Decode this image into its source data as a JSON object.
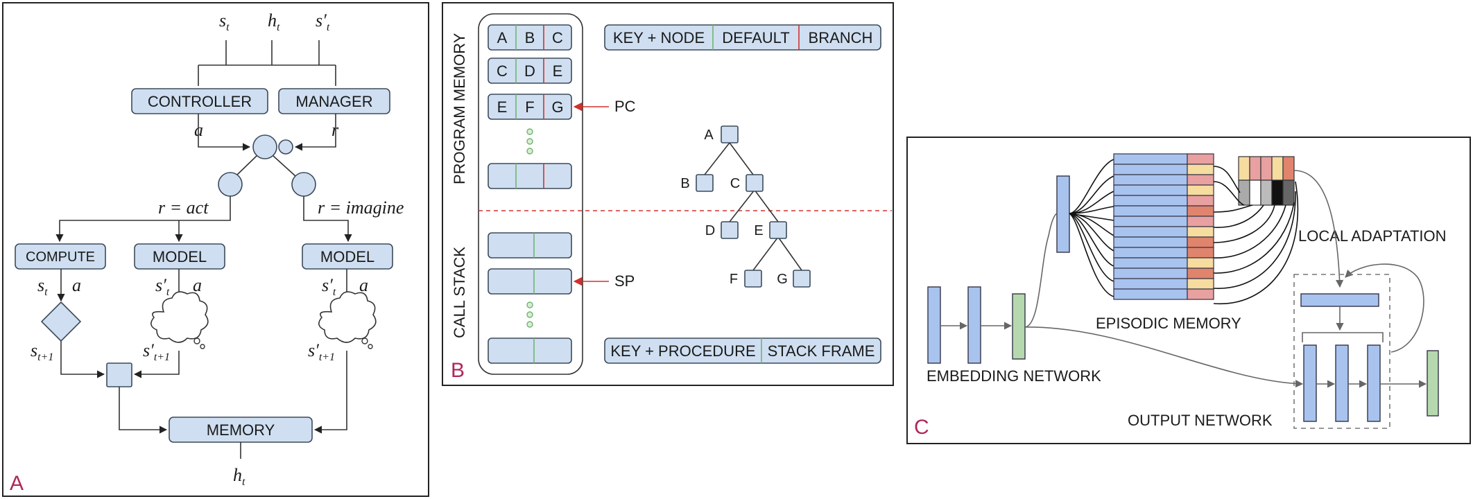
{
  "panels": {
    "a": {
      "letter": "A",
      "top_labels": {
        "s": "s",
        "s_sub": "t",
        "h": "h",
        "h_sub": "t",
        "sp": "s′",
        "sp_sub": "t"
      },
      "controller": "CONTROLLER",
      "manager": "MANAGER",
      "a_label": "a",
      "r_label": "r",
      "r_act": "r  = act",
      "r_imagine": "r  = imagine",
      "compute": "COMPUTE",
      "model_left": "MODEL",
      "model_right": "MODEL",
      "memory": "MEMORY",
      "vars": {
        "s": "s",
        "t": "t",
        "a": "a",
        "sp": "s′",
        "t1": "t+1",
        "h": "h"
      }
    },
    "b": {
      "letter": "B",
      "program_memory": "PROGRAM MEMORY",
      "call_stack": "CALL STACK",
      "rows": [
        [
          "A",
          "B",
          "C"
        ],
        [
          "C",
          "D",
          "E"
        ],
        [
          "E",
          "F",
          "G"
        ]
      ],
      "pc": "PC",
      "sp": "SP",
      "legend_top": {
        "a": "KEY + NODE",
        "b": "DEFAULT",
        "c": "BRANCH"
      },
      "legend_bottom": {
        "a": "KEY + PROCEDURE",
        "b": "STACK FRAME"
      },
      "tree_nodes": [
        "A",
        "B",
        "C",
        "D",
        "E",
        "F",
        "G"
      ]
    },
    "c": {
      "letter": "C",
      "embedding": "EMBEDDING NETWORK",
      "episodic": "EPISODIC MEMORY",
      "local": "LOCAL ADAPTATION",
      "output": "OUTPUT NETWORK"
    }
  },
  "colors": {
    "box_fill": "#cfdff1",
    "blue_bar": "#a8c3ee",
    "green_bar": "#b6d8ae",
    "pink": "#e8a0a0",
    "peach": "#f7dca0",
    "salmon": "#e0846d",
    "accent_red": "#d0312d",
    "accent_green": "#6fb56f",
    "panel_letter": "#b0275a"
  }
}
